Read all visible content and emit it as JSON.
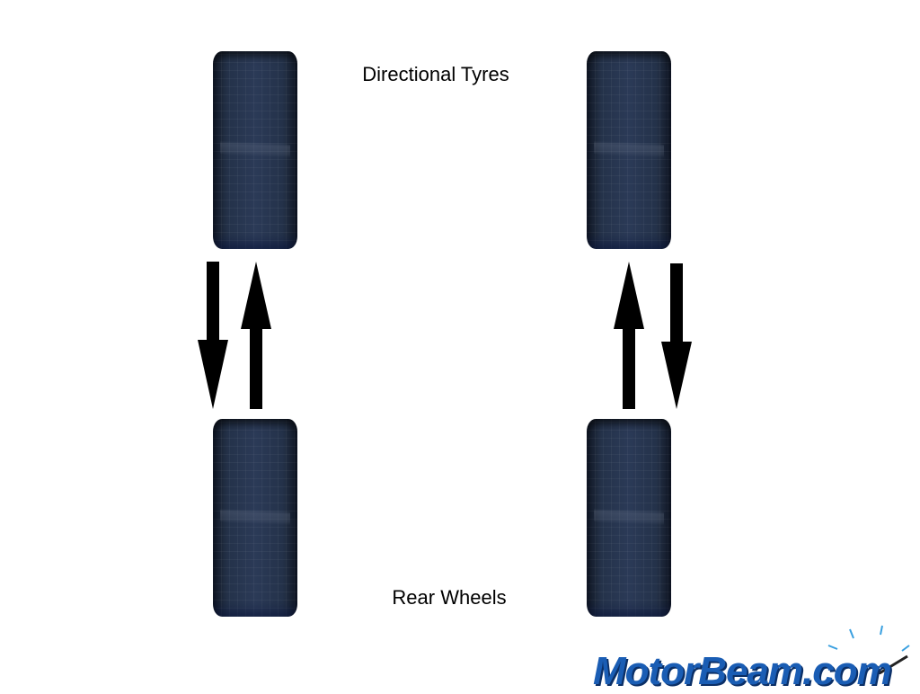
{
  "diagram": {
    "title": "Directional Tyres",
    "caption": "Rear Wheels"
  },
  "tyres": [
    {
      "name": "front-left-tyre"
    },
    {
      "name": "front-right-tyre"
    },
    {
      "name": "rear-left-tyre"
    },
    {
      "name": "rear-right-tyre"
    }
  ],
  "arrows": [
    {
      "side": "left",
      "direction": "down"
    },
    {
      "side": "left",
      "direction": "up"
    },
    {
      "side": "right",
      "direction": "up"
    },
    {
      "side": "right",
      "direction": "down"
    }
  ],
  "watermark": {
    "text": "MotorBeam.com",
    "color": "#1a5db4"
  },
  "colors": {
    "tyre": "#24324a",
    "arrow": "#000000",
    "background": "#ffffff"
  }
}
